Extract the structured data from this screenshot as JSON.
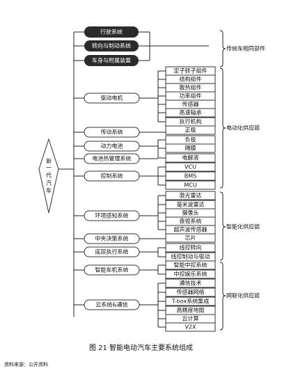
{
  "root": "新一代汽车",
  "traditional": {
    "items": [
      "行驶系统",
      "转向与制动系统",
      "车身与附属装置"
    ],
    "group_label": "传统车相同部件"
  },
  "electrification": {
    "group_label": "电动化供应链",
    "systems": [
      "驱动电机",
      "传动系统",
      "动力电池",
      "电池热管理系统",
      "控制系统"
    ],
    "components": [
      "定子转子组件",
      "结构组件",
      "散热组件",
      "功率组件",
      "传感器",
      "高速轴承",
      "执行机构",
      "正极",
      "负极",
      "隔膜",
      "电解液",
      "VCU",
      "BMS",
      "MCU"
    ]
  },
  "intelligent": {
    "group_label": "智能化供应链",
    "systems": [
      "环境感知系统",
      "中央决策系统",
      "底层执行系统"
    ],
    "components": [
      "激光雷达",
      "毫米波雷达",
      "摄像头",
      "夜视系统",
      "超声波传感器",
      "芯片",
      "线控转向",
      "线控制动与驱动"
    ]
  },
  "connected": {
    "group_label": "网联化供应链",
    "systems": [
      "智能车机系统",
      "云系统&通信"
    ],
    "components": [
      "智能中控系统",
      "中控娱乐系统",
      "通信技术",
      "传感器网络",
      "T-box系统集成",
      "高精度地图",
      "云计算",
      "V2X"
    ]
  },
  "caption": "图 21 智能电动汽车主要系统组成",
  "source": "资料来源：公开资料"
}
